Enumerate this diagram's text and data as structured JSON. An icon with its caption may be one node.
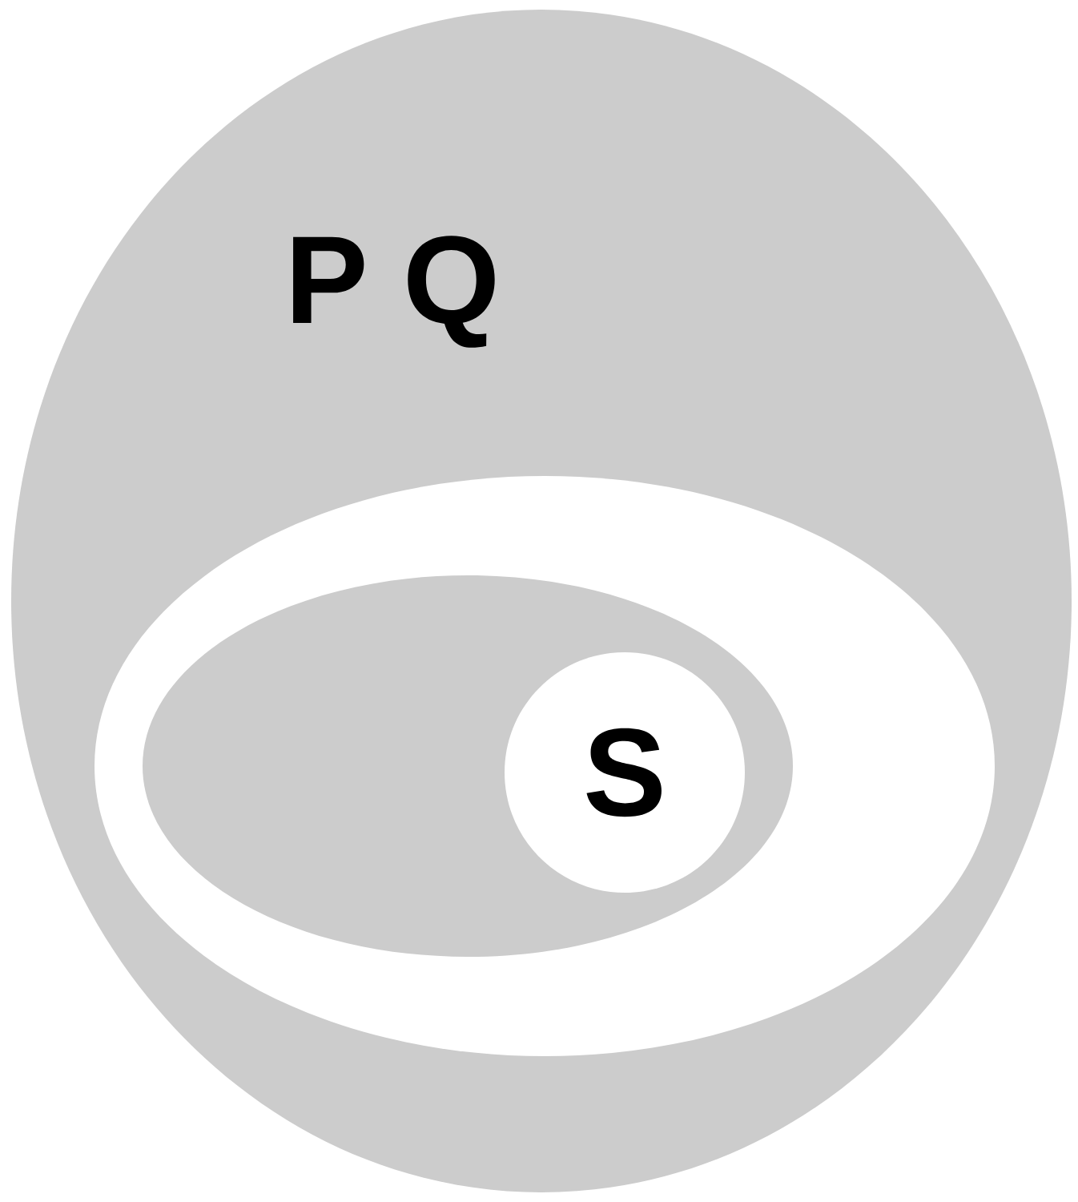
{
  "diagram": {
    "nodes": [
      {
        "text": [
          "P Q"
        ]
      },
      {
        "text": [],
        "shape": "ellipse",
        "in": 0
      },
      {
        "text": [],
        "shape": "ellipse",
        "in": 1
      },
      {
        "text": [
          "S"
        ],
        "in": 2
      }
    ]
  }
}
